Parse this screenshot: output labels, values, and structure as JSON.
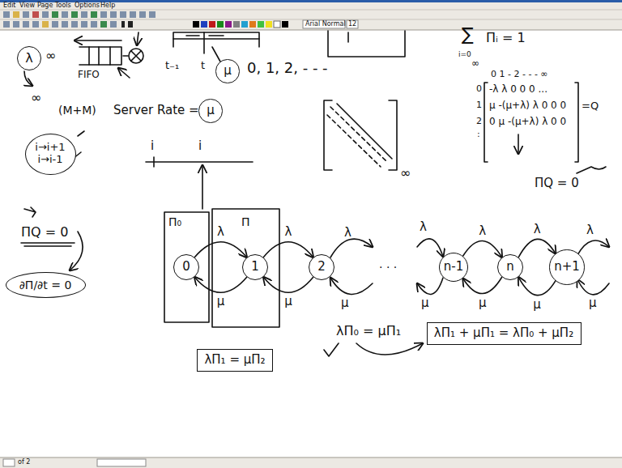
{
  "diagram": {
    "nodes": [
      {
        "text": [
          "λ"
        ]
      },
      {
        "text": [
          "μ"
        ]
      },
      {
        "text": [
          "μ"
        ]
      },
      {
        "text": [
          "i→i+1",
          "i→i-1"
        ]
      },
      {
        "text": [
          "∂Π/∂t = 0"
        ]
      },
      {
        "text": [
          "0"
        ]
      },
      {
        "text": [
          "1"
        ]
      },
      {
        "text": [
          "2"
        ]
      },
      {
        "text": [
          "n-1"
        ]
      },
      {
        "text": [
          "n"
        ]
      },
      {
        "text": [
          "n+1"
        ]
      },
      {
        "text": [
          "λΠ₁ = μΠ₂"
        ]
      },
      {
        "text": [
          "λΠ₁ + μΠ₁ = λΠ₀ + μΠ₂"
        ]
      }
    ],
    "edges": [
      {
        "from": 5,
        "to": 6,
        "label": "λ",
        "arrow": "to"
      },
      {
        "from": 6,
        "to": 5,
        "label": "μ",
        "arrow": "to"
      },
      {
        "from": 6,
        "to": 7,
        "label": "λ",
        "arrow": "to"
      },
      {
        "from": 7,
        "to": 6,
        "label": "μ",
        "arrow": "to"
      },
      {
        "from": 8,
        "to": 9,
        "label": "λ",
        "arrow": "to"
      },
      {
        "from": 9,
        "to": 8,
        "label": "μ",
        "arrow": "to"
      },
      {
        "from": 9,
        "to": 10,
        "label": "λ",
        "arrow": "to"
      },
      {
        "from": 10,
        "to": 9,
        "label": "μ",
        "arrow": "to"
      }
    ],
    "labels": [
      "Edit",
      "View",
      "Page",
      "Tools",
      "Options",
      "Help",
      "Arial Normal",
      "12",
      "∞",
      "FIFO",
      "∞",
      "(M+M)",
      "Server Rate =",
      "t₋₁",
      "t",
      "0, 1, 2, - - -",
      "∑",
      "i=0",
      "∞",
      "Πᵢ = 1",
      "0 1 - 2 - - - ∞",
      "0",
      "-λ λ 0 0 0 ...",
      "1",
      "μ -(μ+λ) λ 0 0 0",
      "2",
      "0 μ -(μ+λ) λ 0 0",
      ":",
      "=Q",
      "ΠQ = 0",
      "∞",
      "i",
      "i",
      "ΠQ = 0",
      "Π₀",
      "Π",
      "λ",
      "μ",
      ". . .",
      "λ",
      "μ",
      "λ",
      "μ",
      "λΠ₀ = μΠ₁",
      "of 2"
    ]
  }
}
